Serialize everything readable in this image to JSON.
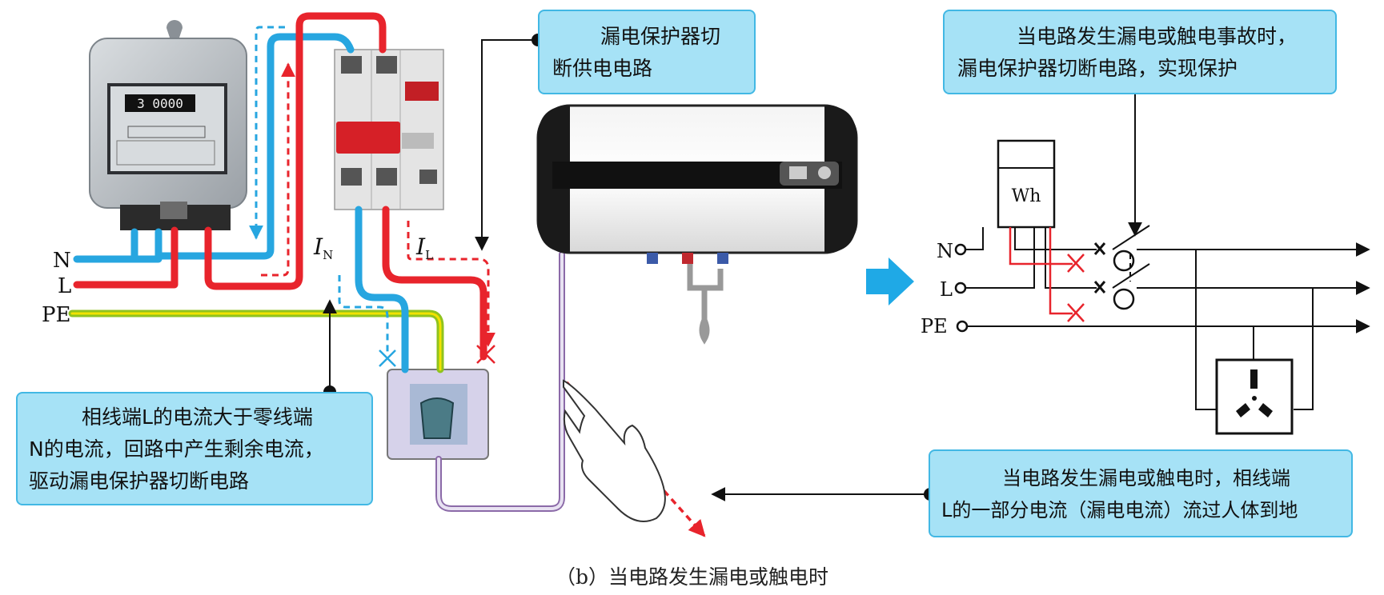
{
  "callouts": {
    "breaker_cut": [
      "漏电保护器切",
      "断供电电路"
    ],
    "fault_cut": [
      "当电路发生漏电或触电事故时，",
      "漏电保护器切断电路，实现保护"
    ],
    "residual": [
      "相线端L的电流大于零线端",
      "N的电流，回路中产生剩余电流，",
      "驱动漏电保护器切断电路"
    ],
    "leakage": [
      "当电路发生漏电或触电时，相线端",
      "L的一部分电流（漏电电流）流过人体到地"
    ]
  },
  "photo_labels": {
    "n": "N",
    "l": "L",
    "pe": "PE",
    "current_n": "I",
    "current_n_sub": "N",
    "current_l": "I",
    "current_l_sub": "L"
  },
  "schematic": {
    "meter": "Wh",
    "n": "N",
    "l": "L",
    "pe": "PE"
  },
  "caption": "（b）当电路发生漏电或触电时",
  "colors": {
    "live": "#e8242c",
    "neutral": "#27a6e0",
    "earth_green": "#8fc31f",
    "earth_yellow": "#f2e200",
    "callout_fill": "#a6e2f6",
    "callout_border": "#42b8e4",
    "big_arrow": "#1fa9e6"
  }
}
